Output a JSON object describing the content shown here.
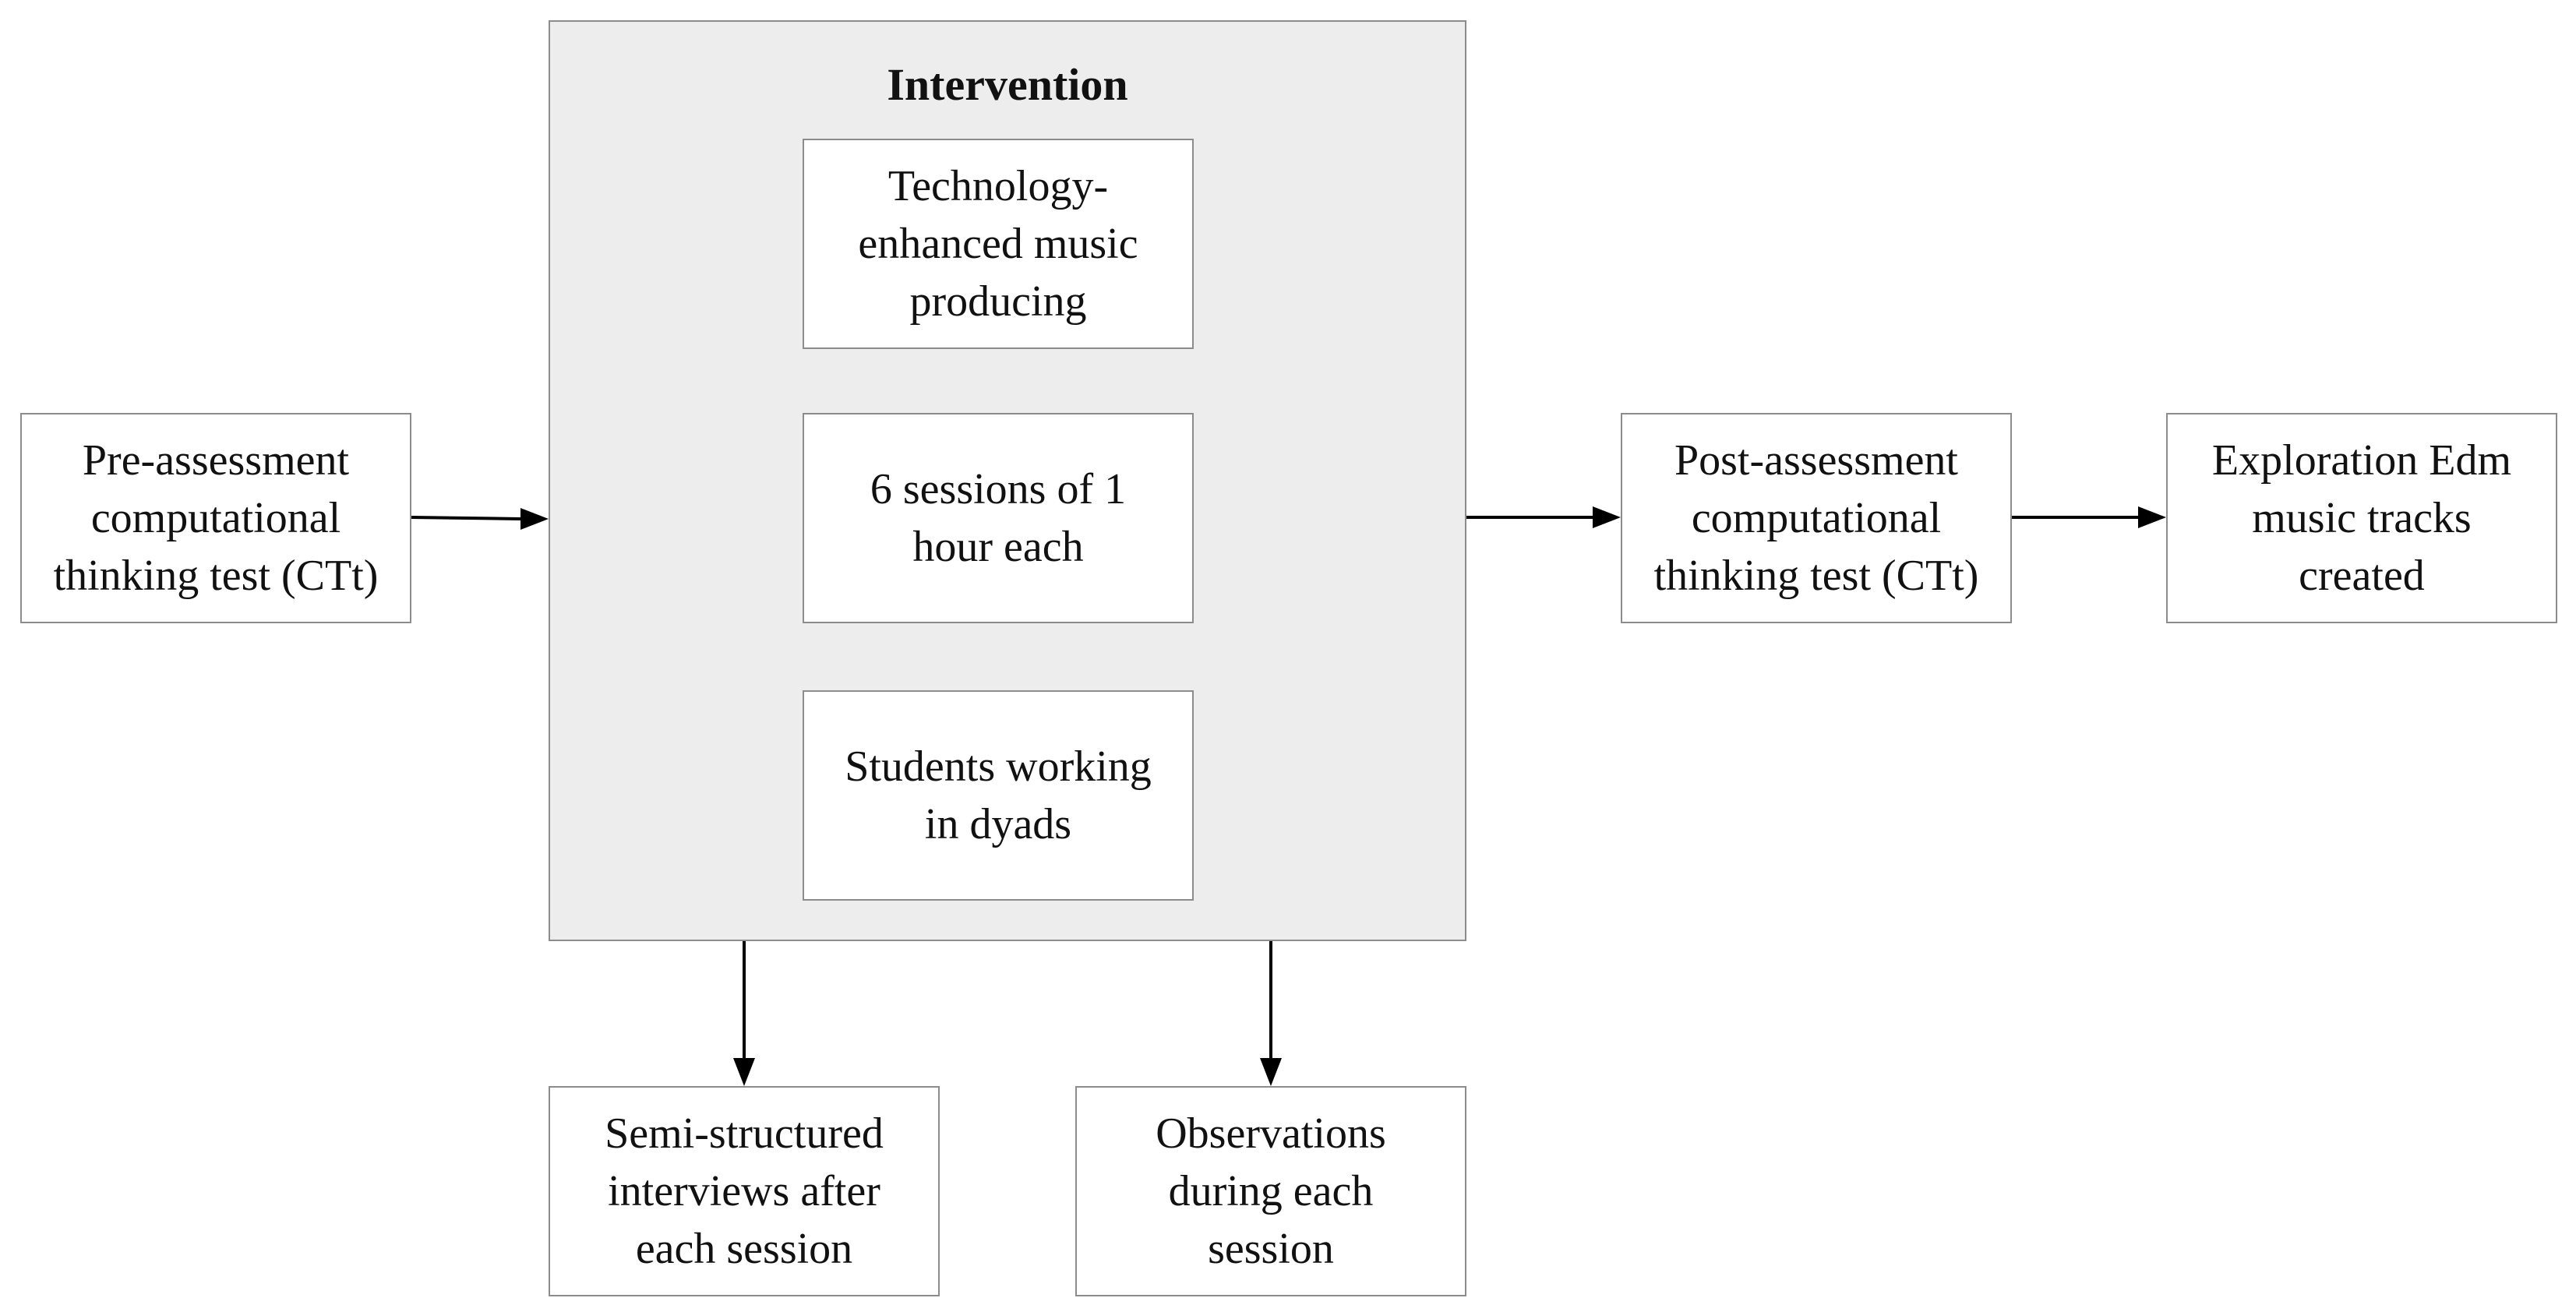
{
  "intervention": {
    "title": "Intervention",
    "items": [
      "Technology-\nenhanced music\nproducing",
      "6 sessions of 1\nhour each",
      "Students working\nin dyads"
    ]
  },
  "pre_assessment": "Pre-assessment\ncomputational\nthinking test (CTt)",
  "post_assessment": "Post-assessment\ncomputational\nthinking test (CTt)",
  "exploration": "Exploration Edm\nmusic tracks\ncreated",
  "interviews": "Semi-structured\ninterviews after\neach session",
  "observations": "Observations\nduring each\nsession",
  "colors": {
    "box_border": "#8c8c8c",
    "intervention_fill": "#ededed",
    "arrow": "#000000"
  }
}
